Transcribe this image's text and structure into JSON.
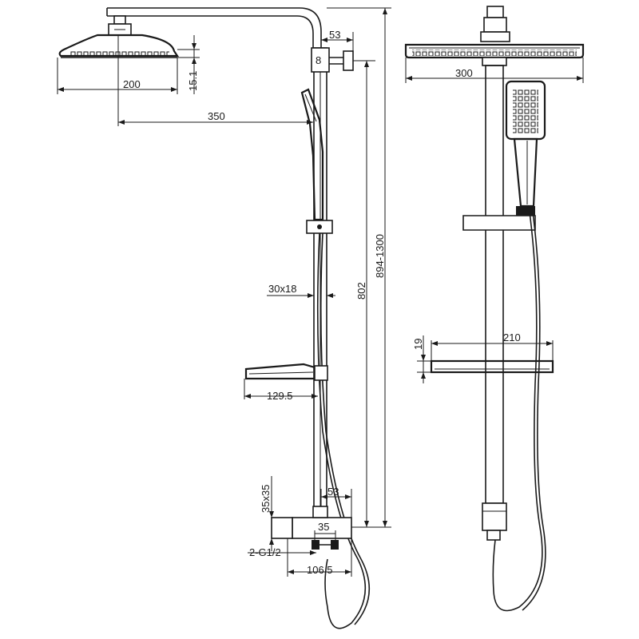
{
  "dimensions": {
    "head_width": "200",
    "head_thickness": "15.1",
    "arm_reach": "350",
    "bracket_offset": "53",
    "adjustable_height": "894-1300",
    "rail_height": "802",
    "rail_section": "30x18",
    "shelf_depth": "129.5",
    "valve_offset": "53",
    "valve_body": "35x35",
    "valve_spacing": "35",
    "inlets": "2-G1/2",
    "valve_width": "106.5",
    "front_head_width": "300",
    "front_shelf_width": "210",
    "front_shelf_height": "19"
  },
  "colors": {
    "line": "#1a1a1a",
    "background": "#ffffff"
  }
}
